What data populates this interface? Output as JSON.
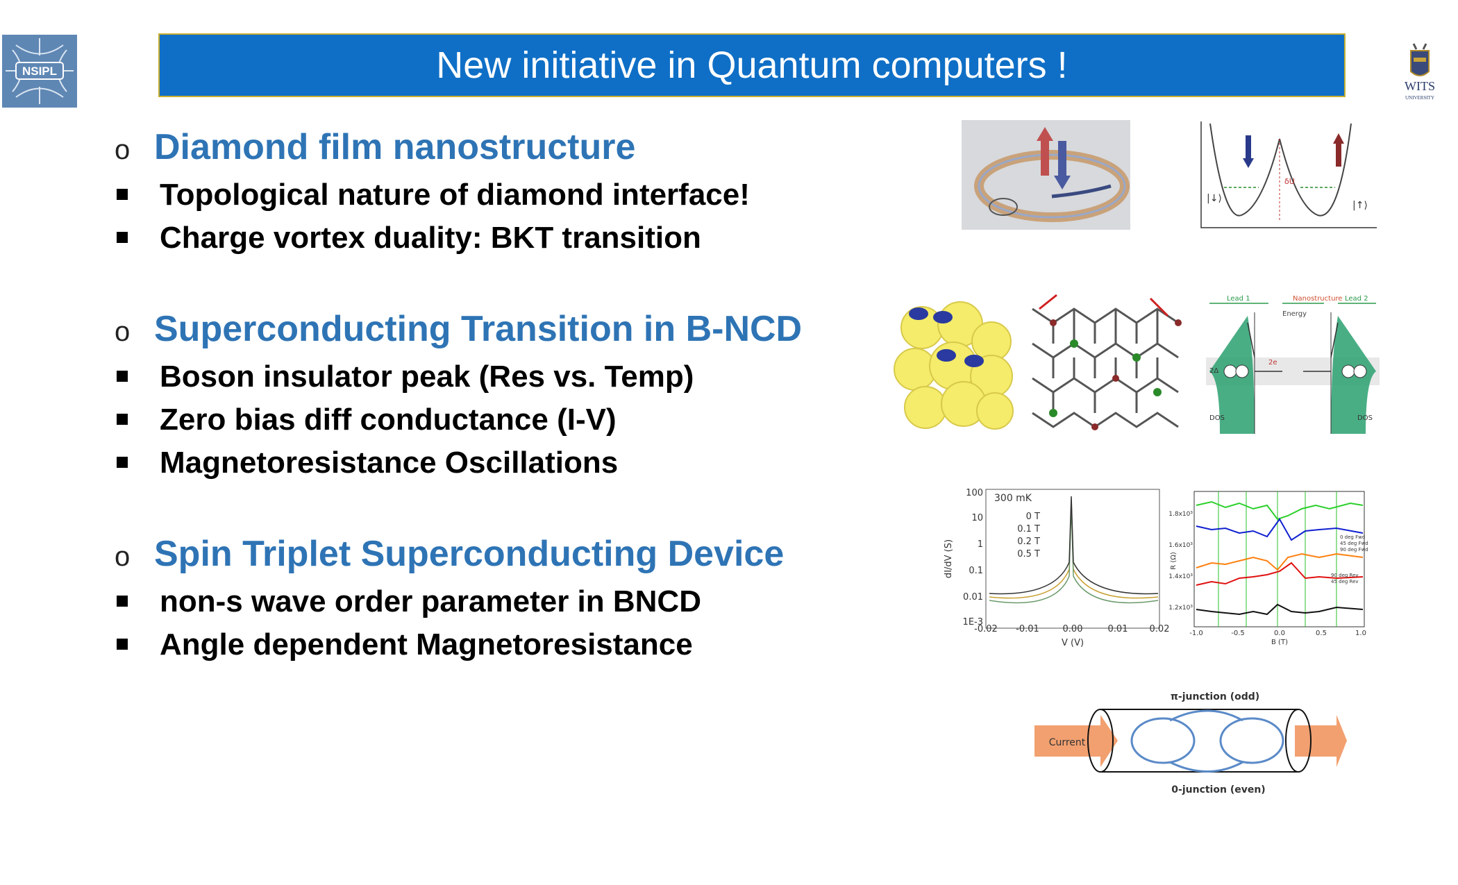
{
  "slide": {
    "title": "New initiative in Quantum computers !"
  },
  "logos": {
    "left": "NSIPL",
    "right": "WITS",
    "right_sub": "UNIVERSITY"
  },
  "sections": [
    {
      "bullet": "o",
      "heading": "Diamond film nanostructure",
      "items": [
        "Topological nature of diamond interface!",
        "Charge vortex duality: BKT transition"
      ]
    },
    {
      "bullet": "o",
      "heading": "Superconducting Transition in B-NCD",
      "items": [
        "Boson insulator peak (Res vs. Temp)",
        "Zero bias diff conductance (I-V)",
        "Magnetoresistance Oscillations"
      ]
    },
    {
      "bullet": "o",
      "heading": "Spin Triplet Superconducting Device",
      "items": [
        "non-s wave order parameter in BNCD",
        "Angle dependent Magnetoresistance"
      ]
    }
  ],
  "figures": {
    "junction": {
      "lead1": "Lead 1",
      "nano": "Nanostructure",
      "lead2": "Lead 2",
      "energy": "Energy",
      "dos": "DOS",
      "two_e": "2e",
      "two_delta": "2Δ"
    },
    "plot1": {
      "annotation": "300 mK",
      "legend": [
        "0 T",
        "0.1 T",
        "0.2 T",
        "0.5 T"
      ],
      "yticks": [
        "100",
        "10",
        "1",
        "0.1",
        "0.01",
        "1E-3"
      ],
      "xticks": [
        "-0.02",
        "-0.01",
        "0.00",
        "0.01",
        "0.02"
      ],
      "ylabel": "dI/dV (S)",
      "xlabel": "V (V)"
    },
    "plot2": {
      "yticks": [
        "1.8x10³",
        "1.6x10³",
        "1.4x10³",
        "1.2x10³"
      ],
      "xticks": [
        "-1.0",
        "-0.5",
        "0.0",
        "0.5",
        "1.0"
      ],
      "ylabel": "R (Ω)",
      "xlabel": "B (T)",
      "legend_top": [
        "0 deg Fwd",
        "45 deg Fwd",
        "90 deg Fwd"
      ],
      "legend_bottom": [
        "90 deg Rev",
        "45 deg Rev"
      ]
    },
    "device": {
      "top": "π-junction (odd)",
      "bottom": "0-junction (even)",
      "current": "Current"
    },
    "double_well": {
      "left_state": "|↓⟩",
      "right_state": "|↑⟩",
      "barrier": "δU"
    }
  },
  "colors": {
    "title_bg": "#0f6fc6",
    "heading": "#2e74b5",
    "logo_bg": "#5f87b4"
  }
}
